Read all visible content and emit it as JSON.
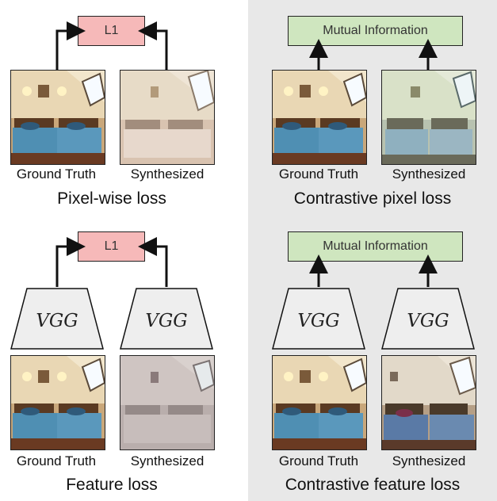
{
  "colors": {
    "l1_fill": "#f6b9b9",
    "mi_fill": "#cfe6bf",
    "panel_shade": "#e8e8e8"
  },
  "labels": {
    "l1": "L1",
    "mutual_info": "Mutual Information",
    "vgg": "VGG",
    "ground_truth": "Ground Truth",
    "synthesized": "Synthesized"
  },
  "panels": {
    "pixel_wise": {
      "title": "Pixel-wise loss"
    },
    "contrastive_pixel": {
      "title": "Contrastive pixel loss"
    },
    "feature": {
      "title": "Feature loss"
    },
    "contrastive_feature": {
      "title": "Contrastive feature loss"
    }
  }
}
